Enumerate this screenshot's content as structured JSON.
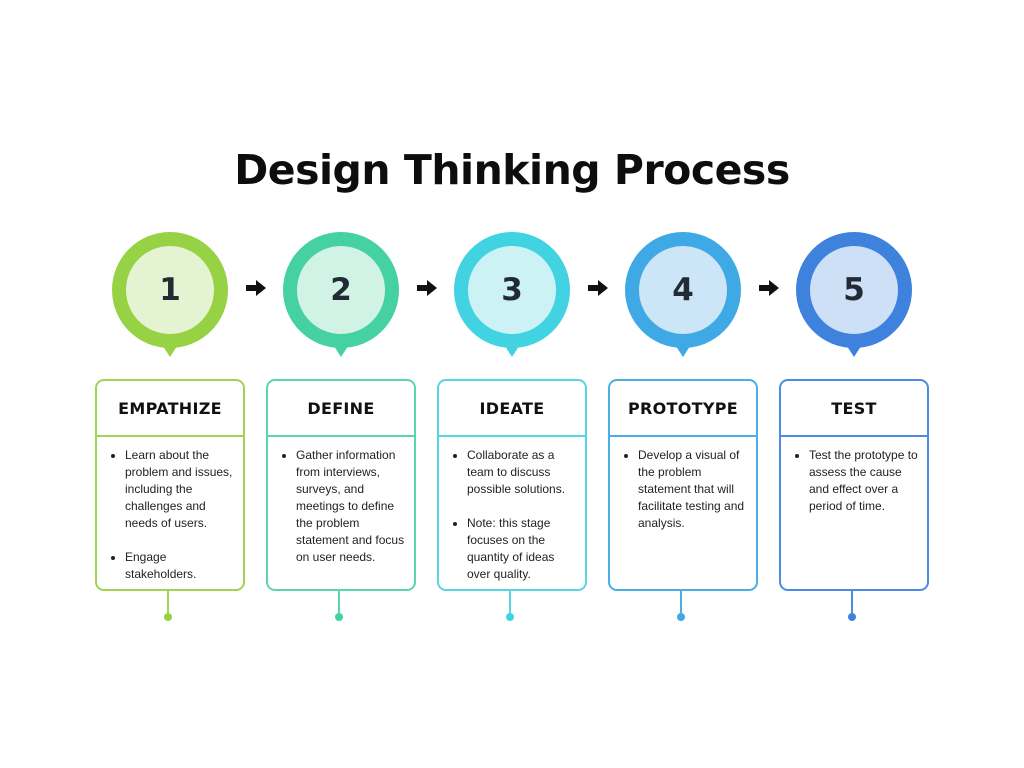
{
  "title": "Design Thinking Process",
  "steps": [
    {
      "number": "1",
      "name": "EMPATHIZE",
      "bullets": [
        "Learn about the problem and issues, including the challenges and needs of users.",
        "Engage stakeholders."
      ],
      "colors": {
        "outer": "#96d244",
        "inner": "#e4f3d1",
        "border": "#9fd552"
      }
    },
    {
      "number": "2",
      "name": "DEFINE",
      "bullets": [
        "Gather information from interviews, surveys, and meetings to define the problem statement and focus on user needs."
      ],
      "colors": {
        "outer": "#46d1a2",
        "inner": "#d1f3e6",
        "border": "#5bd6ac"
      }
    },
    {
      "number": "3",
      "name": "IDEATE",
      "bullets": [
        "Collaborate as a team to discuss possible solutions.",
        "Note: this stage focuses on the quantity of ideas over quality."
      ],
      "colors": {
        "outer": "#42d3e3",
        "inner": "#cdf2f6",
        "border": "#56d6e4"
      }
    },
    {
      "number": "4",
      "name": "PROTOTYPE",
      "bullets": [
        "Develop a visual of the problem statement that will facilitate testing and analysis."
      ],
      "colors": {
        "outer": "#3fa9e6",
        "inner": "#cde6f7",
        "border": "#4caee6"
      }
    },
    {
      "number": "5",
      "name": "TEST",
      "bullets": [
        "Test the prototype to assess the cause and effect over a period of time."
      ],
      "colors": {
        "outer": "#3e82de",
        "inner": "#cde0f6",
        "border": "#4d8ce0"
      }
    }
  ],
  "arrow_icon": "arrow-right-icon",
  "arrow_color": "#111111"
}
